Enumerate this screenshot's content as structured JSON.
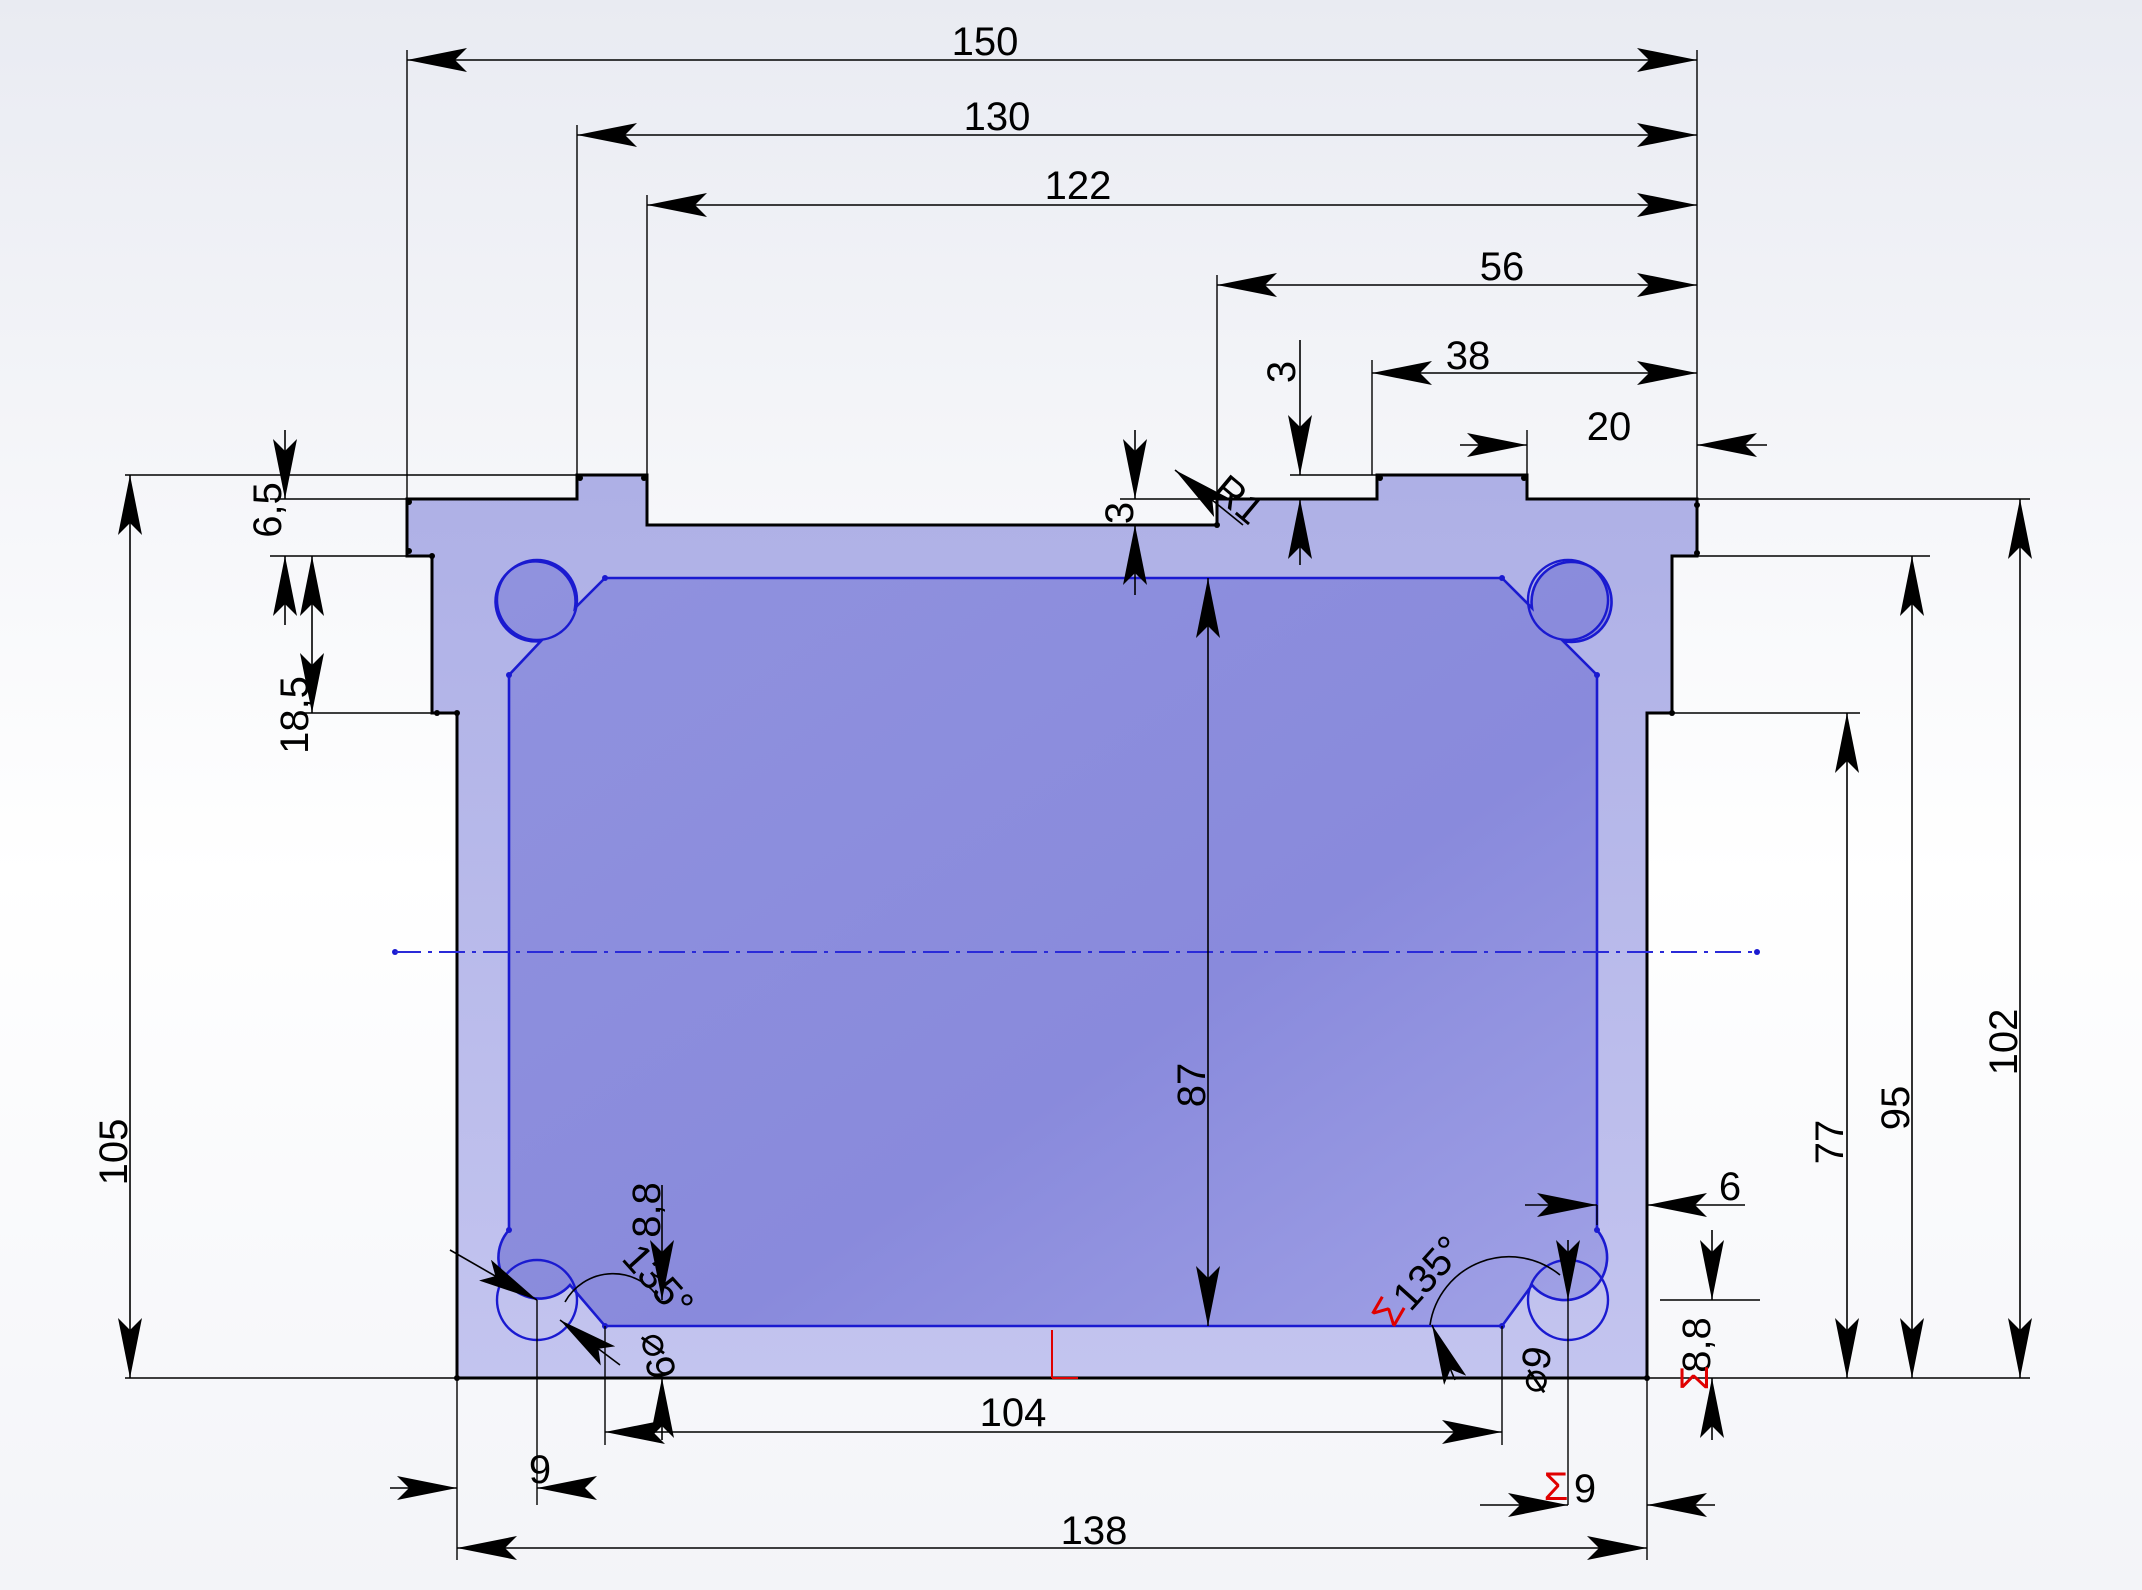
{
  "labels": {
    "d150": "150",
    "d130": "130",
    "d122": "122",
    "d56": "56",
    "d38": "38",
    "d20": "20",
    "d3a": "3",
    "d3b": "3",
    "r1": "R1",
    "d6_5": "6,5",
    "d18_5": "18,5",
    "d105": "105",
    "d87": "87",
    "d102": "102",
    "d95": "95",
    "d77": "77",
    "d6": "6",
    "d8_8_left": "8,8",
    "d8_8_right": "8,8",
    "a135_left": "135°",
    "a135_right": "135°",
    "dia9_left": "⌀9",
    "dia9_right": "⌀9",
    "d104": "104",
    "d9_left": "9",
    "d9_right": "9",
    "d138": "138",
    "sym_sigma_a": "Σ",
    "sym_sigma_b": "Σ",
    "sym_sigma_c": "Σ"
  },
  "colors": {
    "outer_fill": "#b9bbe8",
    "inner_fill": "#8d8edc",
    "inner_edge": "#1a1ad0",
    "centerline": "#2a2ad8",
    "relation": "#e00000"
  }
}
